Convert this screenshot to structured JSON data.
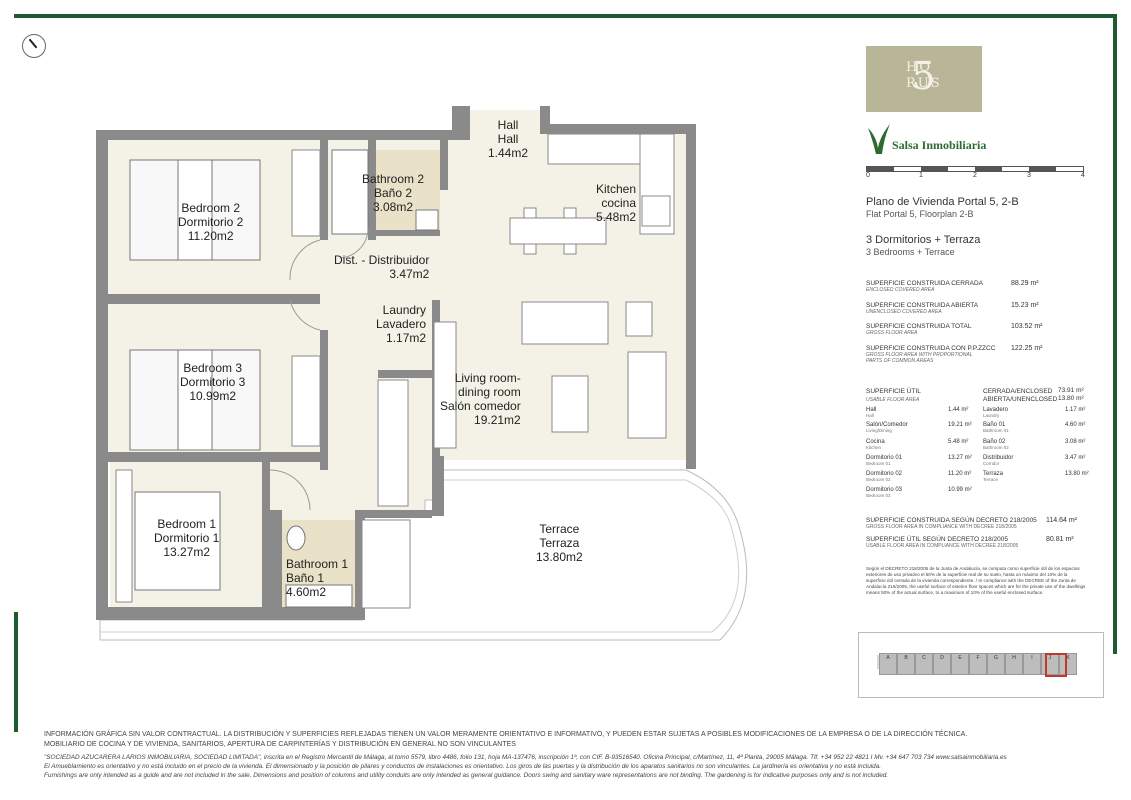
{
  "rooms": {
    "bedroom2": {
      "en": "Bedroom 2",
      "es": "Dormitorio 2",
      "area": "11.20m2"
    },
    "bathroom2": {
      "en": "Bathroom 2",
      "es": "Baño 2",
      "area": "3.08m2"
    },
    "hall": {
      "en": "Hall",
      "es": "Hall",
      "area": "1.44m2"
    },
    "kitchen": {
      "en": "Kitchen",
      "es": "cocina",
      "area": "5.48m2"
    },
    "distributor": {
      "en": "Dist. - Distribuidor",
      "area": "3.47m2"
    },
    "laundry": {
      "en": "Laundry",
      "es": "Lavadero",
      "area": "1.17m2"
    },
    "bedroom3": {
      "en": "Bedroom 3",
      "es": "Dormitorio 3",
      "area": "10.99m2"
    },
    "living": {
      "en": "Living room-",
      "en2": "dining room",
      "es": "Salón comedor",
      "area": "19.21m2"
    },
    "bedroom1": {
      "en": "Bedroom 1",
      "es": "Dormitorio 1",
      "area": "13.27m2"
    },
    "bathroom1": {
      "en": "Bathroom 1",
      "es": "Baño 1",
      "area": "4.60m2"
    },
    "terrace": {
      "en": "Terrace",
      "es": "Terraza",
      "area": "13.80m2"
    }
  },
  "brand": {
    "logo_number": "5",
    "logo_small_1": "HO",
    "logo_small_2": "RUS",
    "company": "Salsa Inmobiliaria"
  },
  "scale": {
    "ticks": [
      "0",
      "1",
      "2",
      "3",
      "4"
    ]
  },
  "title": {
    "plan_es": "Plano de Vivienda Portal 5, 2-B",
    "plan_en": "Flat Portal 5, Floorplan 2-B",
    "type_es": "3 Dormitorios + Terraza",
    "type_en": "3 Bedrooms + Terrace"
  },
  "areas": [
    {
      "label": "SUPERFICIE CONSTRUIDA CERRADA",
      "sub": "ENCLOSED COVERED AREA",
      "value": "88.29 m²"
    },
    {
      "label": "SUPERFICIE CONSTRUIDA ABIERTA",
      "sub": "UNENCLOSED COVERED AREA",
      "value": "15.23 m²"
    },
    {
      "label": "SUPERFICIE CONSTRUIDA TOTAL",
      "sub": "GROSS FLOOR AREA",
      "value": "103.52 m²"
    },
    {
      "label": "SUPERFICIE CONSTRUIDA CON P.P.ZZCC",
      "sub": "GROSS FLOOR AREA WITH PROPORTIONAL",
      "sub2": "PARTS OF COMMON AREAS",
      "value": "122.25 m²"
    }
  ],
  "useful": {
    "label": "SUPERFICIE ÚTIL",
    "sub": "USABLE FLOOR AREA",
    "enclosed_label": "CERRADA/ENCLOSED",
    "enclosed_value": "73.91 m²",
    "open_label": "ABIERTA/UNENCLOSED",
    "open_value": "13.80 m²",
    "left": [
      {
        "n": "Hall",
        "e": "Hall",
        "v": "1.44 m²"
      },
      {
        "n": "Salón/Comedor",
        "e": "Living/Dining",
        "v": "19.21 m²"
      },
      {
        "n": "Cocina",
        "e": "Kitchen",
        "v": "5.48 m²"
      },
      {
        "n": "Dormitorio 01",
        "e": "Bedroom 01",
        "v": "13.27 m²"
      },
      {
        "n": "Dormitorio 02",
        "e": "Bedroom 02",
        "v": "11.20 m²"
      },
      {
        "n": "Dormitorio 03",
        "e": "Bedroom 03",
        "v": "10.99 m²"
      }
    ],
    "right": [
      {
        "n": "Lavadero",
        "e": "Laundry",
        "v": "1.17 m²"
      },
      {
        "n": "Baño 01",
        "e": "Bathroom 01",
        "v": "4.60 m²"
      },
      {
        "n": "Baño 02",
        "e": "Bathroom 02",
        "v": "3.08 m²"
      },
      {
        "n": "Distribuidor",
        "e": "Corridor",
        "v": "3.47 m²"
      },
      {
        "n": "Terraza",
        "e": "Terrace",
        "v": "13.80 m²"
      }
    ]
  },
  "decree": [
    {
      "label": "SUPERFICIE CONSTRUIDA SEGÚN DECRETO 218/2005",
      "sub": "GROSS FLOOR AREA IN COMPLIANCE WITH DECREE 218/2005",
      "value": "114.64 m²"
    },
    {
      "label": "SUPERFICIE ÚTIL SEGÚN DECRETO 218/2005",
      "sub": "USABLE FLOOR AREA IN COMPLIANCE WITH DECREE 218/2005",
      "value": "80.81 m²"
    }
  ],
  "note": "Según el DECRETO 218/2005 de la Junta de Andalucía, se computa como superficie útil de los espacios exteriores de uso privativo el 50% de la superficie real de su suelo, hasta un máximo del 10% de la superficie útil cerrada de la vivienda correspondiente. / In compliance with the DECREE of the Junta de Andalucía 218/2005, the useful surface of exterior floor spaces which are for the private use of the dwellings means 50% of the actual surface, to a maximum of 10% of the useful enclosed surface.",
  "keyplan": {
    "letters": [
      "A",
      "B",
      "C",
      "D",
      "E",
      "F",
      "G",
      "H",
      "I",
      "J",
      "K"
    ]
  },
  "footer": {
    "line1": "INFORMACIÓN GRÁFICA SIN VALOR CONTRACTUAL. LA DISTRIBUCIÓN Y SUPERFICIES REFLEJADAS TIENEN UN VALOR MERAMENTE ORIENTATIVO E INFORMATIVO, Y PUEDEN ESTAR SUJETAS A POSIBLES MODIFICACIONES DE LA EMPRESA O DE LA DIRECCIÓN TÉCNICA.",
    "line2": "MOBILIARIO DE COCINA Y DE VIVIENDA, SANITARIOS, APERTURA DE CARPINTERÍAS Y DISTRIBUCIÓN EN GENERAL NO SON VINCULANTES",
    "line3": "\"SOCIEDAD AZUCARERA LARIOS INMOBILIARIA, SOCIEDAD LIMITADA\", inscrita en el Registro Mercantil de Málaga, al tomo 5579, libro 4486, folio 131, hoja MA-137476, inscripción 1ª, con CIF. B-93516540. Oficina Principal, c/Martínez, 11, 4ª Planta, 29005 Málaga. Tlf. +34 952 22 4821 I Mv. +34 647 703 734 www.salsainmobiliaria.es",
    "line4": "El Amueblamiento es orientativo y no está incluido en el precio de la vivienda. El dimensionado y la posición de pilares y conductos de instalaciones es orientativo. Los giros de las puertas y la distribución de los aparatos sanitarios no son vinculantes. La jardinería es orientativa y no está incluida.",
    "line5": "Furnishings are only intended as a guide and are not included in the sale. Dimensions and position of columns and utility conduits are only intended as general guidance. Doors swing and sanitary ware representations are not binding. The gardening is for indicative purposes only and is not included."
  },
  "colors": {
    "frame": "#1f5a32",
    "floor": "#f4f2e6",
    "bath": "#e9e2c8",
    "wall": "#8a8a8a",
    "logo": "#b9b599",
    "brand": "#2d6b2f"
  }
}
